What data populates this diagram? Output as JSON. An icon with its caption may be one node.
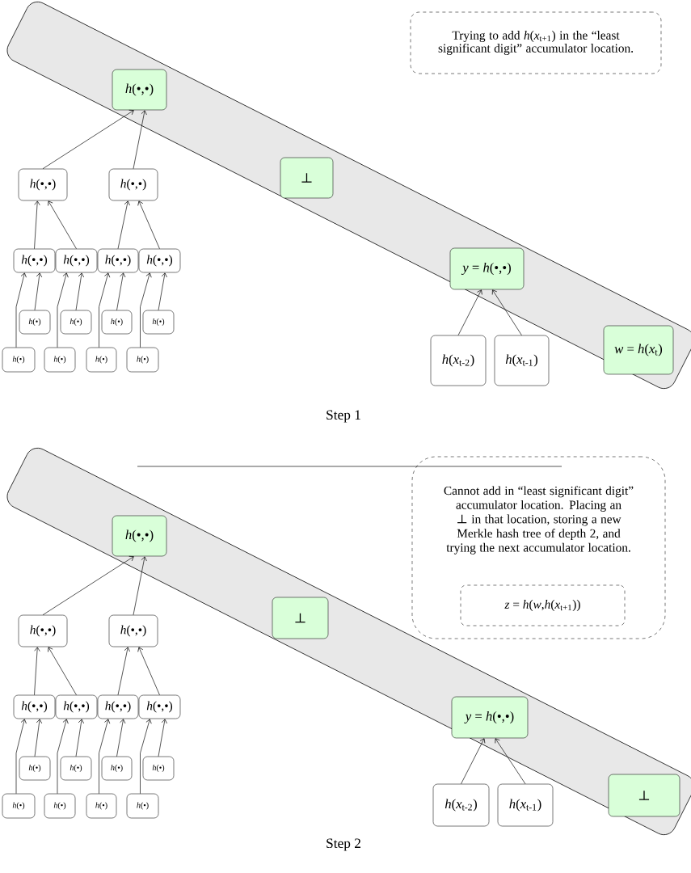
{
  "diagram": {
    "nodes": [
      {
        "text": [],
        "shape": "band"
      },
      {
        "text": [
          "Trying to add *h*(*x*$_{t+1}$) in the “least significant digit” accumulator location."
        ]
      },
      {
        "text": [
          "*h*(•,•)"
        ],
        "in": 0
      },
      {
        "text": [
          "⊥"
        ],
        "in": 0
      },
      {
        "text": [
          "*h*(•,•)"
        ]
      },
      {
        "text": [
          "*h*(•,•)"
        ]
      },
      {
        "text": [
          "*h*(•,•)"
        ]
      },
      {
        "text": [
          "*h*(•,•)"
        ]
      },
      {
        "text": [
          "*h*(•,•)"
        ]
      },
      {
        "text": [
          "*h*(•,•)"
        ]
      },
      {
        "text": [
          "*y* = *h*(•,•)"
        ],
        "in": 0
      },
      {
        "text": [
          "*h*(•)"
        ]
      },
      {
        "text": [
          "*h*(•)"
        ]
      },
      {
        "text": [
          "*h*(•)"
        ]
      },
      {
        "text": [
          "*h*(•)"
        ]
      },
      {
        "text": [
          "*w* = *h*(*x*$_{t}$)"
        ],
        "in": 0
      },
      {
        "text": [
          "*h*(*x*$_{t-2}$)"
        ]
      },
      {
        "text": [
          "*h*(*x*$_{t-1}$)"
        ]
      },
      {
        "text": [
          "*h*(•)"
        ]
      },
      {
        "text": [
          "*h*(•)"
        ]
      },
      {
        "text": [
          "*h*(•)"
        ]
      },
      {
        "text": [
          "*h*(•)"
        ]
      },
      {
        "text": [],
        "shape": "band"
      },
      {
        "text": [
          "Cannot add in “least significant digit” accumulator location. Placing an ⊥ in that location, storing a new Merkle hash tree of depth 2, and trying the next accumulator location."
        ]
      },
      {
        "text": [
          "*z* = *h*(*w*,*h*(*x*$_{t+1}$))"
        ],
        "in": 23
      },
      {
        "text": [
          "*h*(•,•)"
        ],
        "in": 22
      },
      {
        "text": [
          "⊥"
        ],
        "in": 22
      },
      {
        "text": [
          "*h*(•,•)"
        ]
      },
      {
        "text": [
          "*h*(•,•)"
        ]
      },
      {
        "text": [
          "*h*(•,•)"
        ]
      },
      {
        "text": [
          "*h*(•,•)"
        ]
      },
      {
        "text": [
          "*h*(•,•)"
        ]
      },
      {
        "text": [
          "*h*(•,•)"
        ]
      },
      {
        "text": [
          "*y* = *h*(•,•)"
        ],
        "in": 22
      },
      {
        "text": [
          "*h*(•)"
        ]
      },
      {
        "text": [
          "*h*(•)"
        ]
      },
      {
        "text": [
          "*h*(•)"
        ]
      },
      {
        "text": [
          "*h*(•)"
        ]
      },
      {
        "text": [
          "⊥"
        ],
        "in": 22
      },
      {
        "text": [
          "*h*(*x*$_{t-2}$)"
        ]
      },
      {
        "text": [
          "*h*(*x*$_{t-1}$)"
        ]
      },
      {
        "text": [
          "*h*(•)"
        ]
      },
      {
        "text": [
          "*h*(•)"
        ]
      },
      {
        "text": [
          "*h*(•)"
        ]
      },
      {
        "text": [
          "*h*(•)"
        ]
      }
    ],
    "edges": [
      {
        "from": 18,
        "to": 6,
        "arrow": "to"
      },
      {
        "from": 11,
        "to": 6,
        "arrow": "to"
      },
      {
        "from": 19,
        "to": 7,
        "arrow": "to"
      },
      {
        "from": 12,
        "to": 7,
        "arrow": "to"
      },
      {
        "from": 20,
        "to": 8,
        "arrow": "to"
      },
      {
        "from": 13,
        "to": 8,
        "arrow": "to"
      },
      {
        "from": 21,
        "to": 9,
        "arrow": "to"
      },
      {
        "from": 14,
        "to": 9,
        "arrow": "to"
      },
      {
        "from": 6,
        "to": 4,
        "arrow": "to"
      },
      {
        "from": 7,
        "to": 4,
        "arrow": "to"
      },
      {
        "from": 8,
        "to": 5,
        "arrow": "to"
      },
      {
        "from": 9,
        "to": 5,
        "arrow": "to"
      },
      {
        "from": 4,
        "to": 2,
        "arrow": "to"
      },
      {
        "from": 5,
        "to": 2,
        "arrow": "to"
      },
      {
        "from": 16,
        "to": 10,
        "arrow": "to"
      },
      {
        "from": 17,
        "to": 10,
        "arrow": "to"
      },
      {
        "from": 41,
        "to": 29,
        "arrow": "to"
      },
      {
        "from": 34,
        "to": 29,
        "arrow": "to"
      },
      {
        "from": 42,
        "to": 30,
        "arrow": "to"
      },
      {
        "from": 35,
        "to": 30,
        "arrow": "to"
      },
      {
        "from": 43,
        "to": 31,
        "arrow": "to"
      },
      {
        "from": 36,
        "to": 31,
        "arrow": "to"
      },
      {
        "from": 44,
        "to": 32,
        "arrow": "to"
      },
      {
        "from": 37,
        "to": 32,
        "arrow": "to"
      },
      {
        "from": 29,
        "to": 27,
        "arrow": "to"
      },
      {
        "from": 30,
        "to": 27,
        "arrow": "to"
      },
      {
        "from": 31,
        "to": 28,
        "arrow": "to"
      },
      {
        "from": 32,
        "to": 28,
        "arrow": "to"
      },
      {
        "from": 27,
        "to": 25,
        "arrow": "to"
      },
      {
        "from": 28,
        "to": 25,
        "arrow": "to"
      },
      {
        "from": 39,
        "to": 33,
        "arrow": "to"
      },
      {
        "from": 40,
        "to": 33,
        "arrow": "to"
      }
    ],
    "labels": [
      "Step 1",
      "Step 2"
    ]
  }
}
